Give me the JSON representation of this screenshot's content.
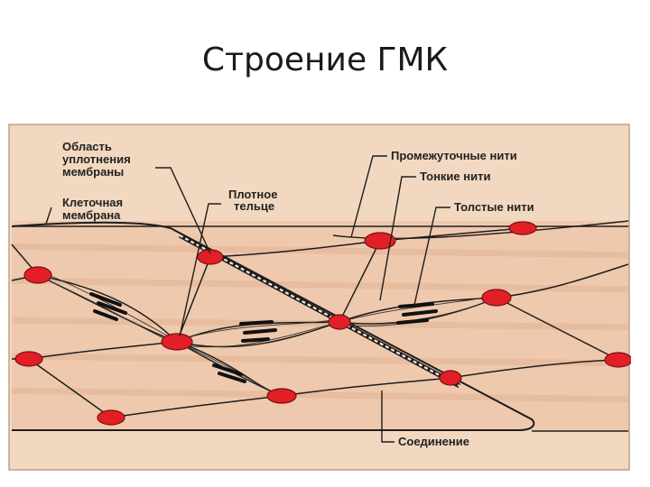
{
  "slide": {
    "title": "Строение ГМК"
  },
  "diagram": {
    "colors": {
      "background": "#f2d8c0",
      "cell": "#efc9ad",
      "stripe": "#e6b99b",
      "line": "#1d1d1d",
      "dense_body": "#e21f26",
      "dense_body_outline": "#7a0f12"
    },
    "labels": {
      "membrane_density": [
        "Область",
        "уплотнения",
        "мембраны"
      ],
      "cell_membrane": [
        "Клеточная",
        "мембрана"
      ],
      "dense_body": [
        "Плотное",
        "тельце"
      ],
      "intermediate_filaments": "Промежуточные нити",
      "thin_filaments": "Тонкие нити",
      "thick_filaments": "Толстые нити",
      "junction": "Соединение"
    }
  }
}
